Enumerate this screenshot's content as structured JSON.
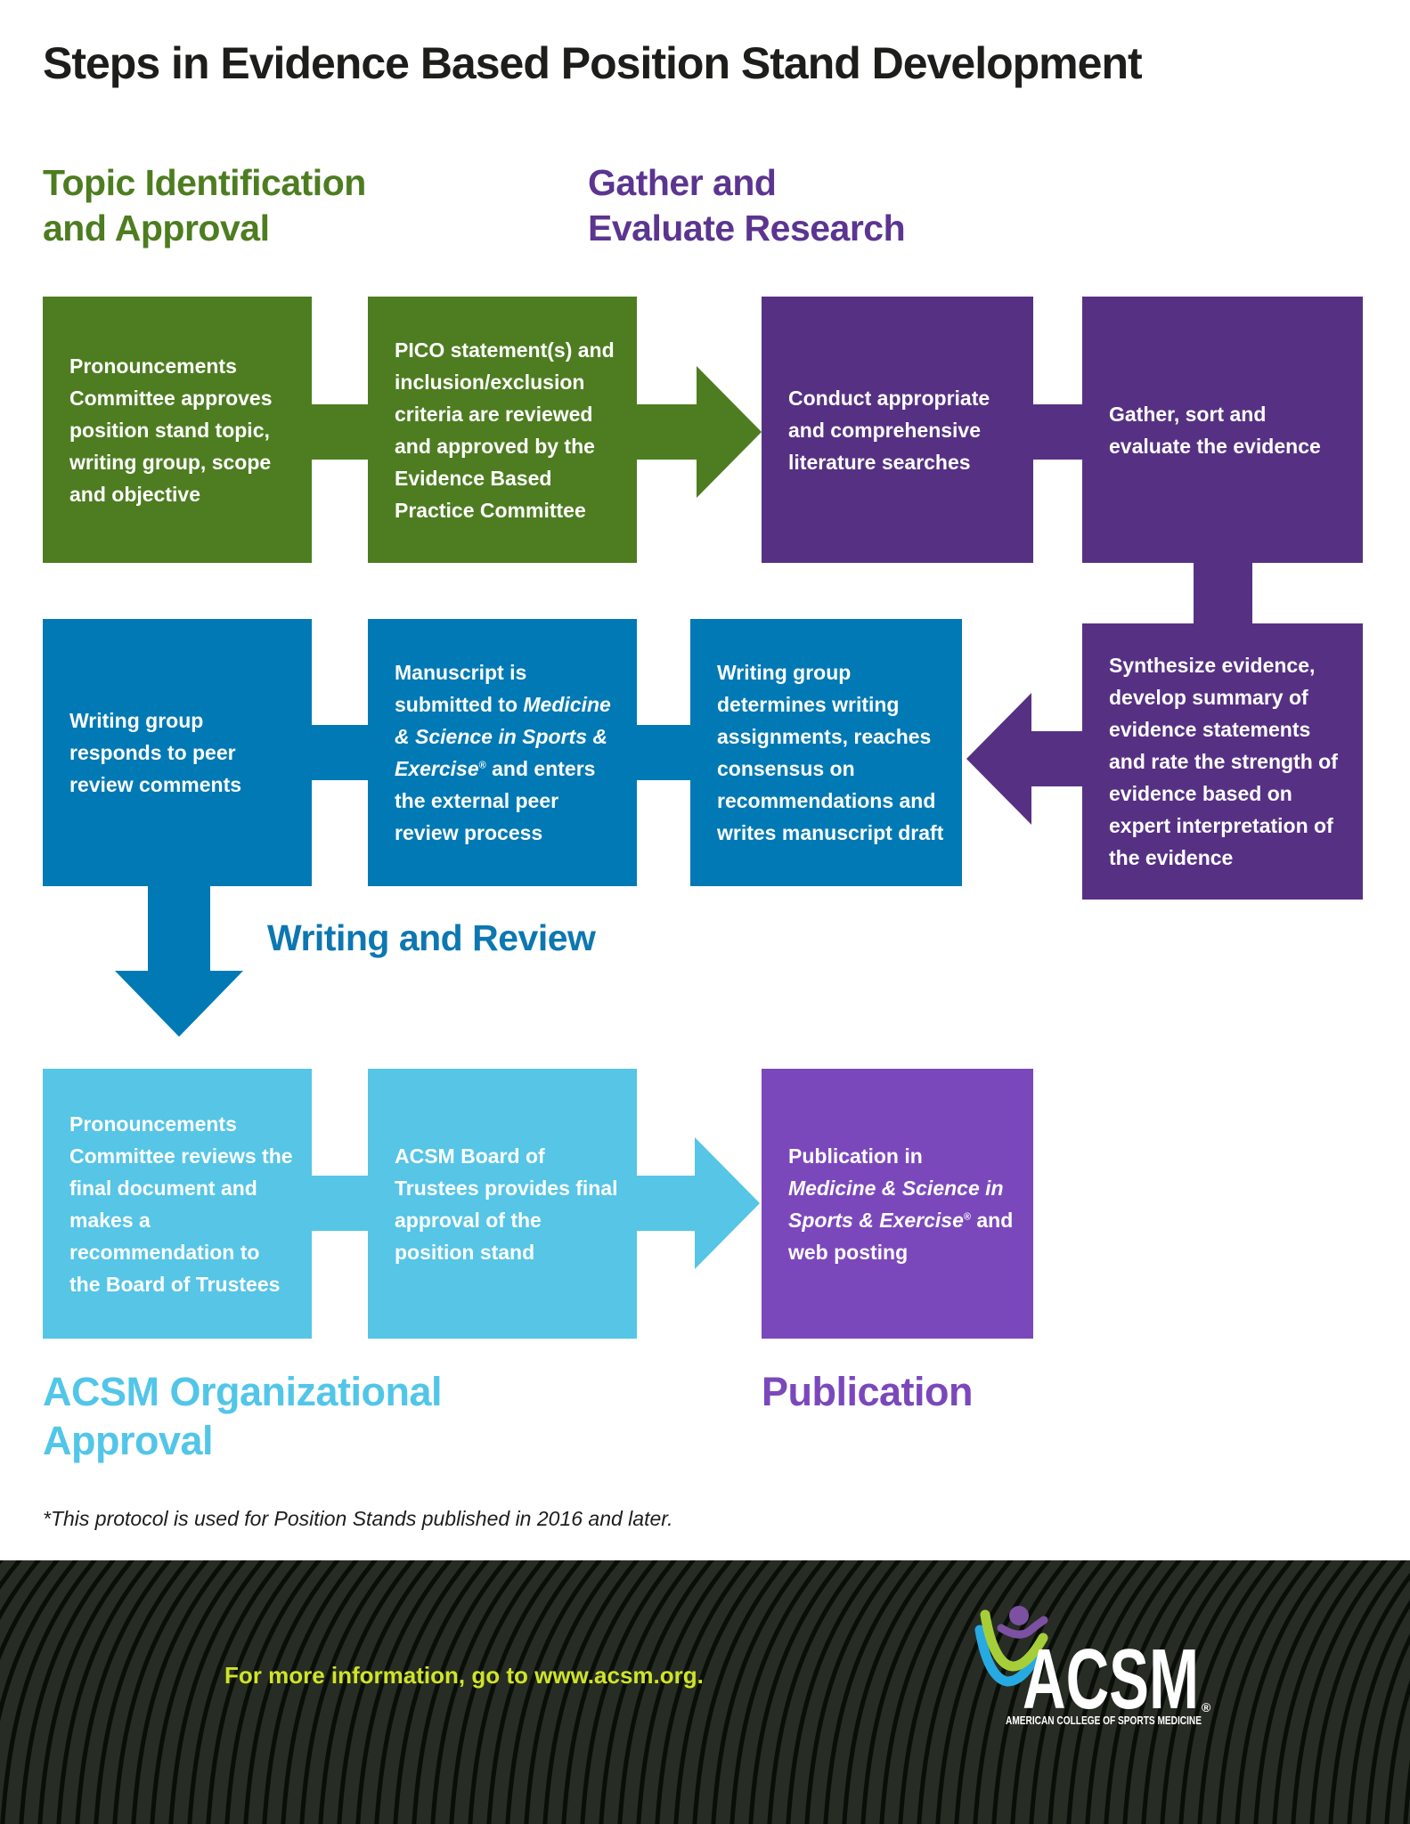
{
  "title": "Steps in Evidence Based Position Stand Development",
  "colors": {
    "green": "#4d7d20",
    "dark_purple": "#563183",
    "blue": "#0079b5",
    "light_blue": "#56c5e6",
    "light_purple": "#7b48bc",
    "footer_background": "#272d24",
    "footer_text": "#d0e428",
    "logo_green": "#a6ce39",
    "logo_blue": "#27aae1",
    "logo_purple": "#7c51a1"
  },
  "headings": {
    "topic": "Topic Identification\nand Approval",
    "gather": "Gather and\nEvaluate Research",
    "writing": "Writing and Review",
    "approval": "ACSM Organizational\nApproval",
    "publication": "Publication"
  },
  "flow": {
    "topic_row": {
      "box1": "Pronouncements Committee approves position stand topic, writing group, scope and objective",
      "box2": "PICO statement(s) and inclusion/exclusion criteria are reviewed and approved by the Evidence Based Practice Committee"
    },
    "gather_row": {
      "box1": "Conduct appropriate and comprehensive literature searches",
      "box2": "Gather, sort and evaluate the evidence",
      "box3": "Synthesize evidence, develop summary of evidence statements and rate the strength of evidence based on expert interpretation of the evidence"
    },
    "writing_row": {
      "box1": "Writing group determines writing assignments, reaches consensus on recommendations and writes manuscript draft",
      "box2": {
        "pre": "Manuscript is submitted to ",
        "journal": "Medicine & Science in Sports & Exercise",
        "reg": "®",
        "post": " and enters the external peer review process"
      },
      "box3": "Writing group responds to peer review comments"
    },
    "approval_row": {
      "box1": "Pronouncements Committee reviews the final document and makes a recommendation to the Board of Trustees",
      "box2": "ACSM Board of Trustees provides final approval of the position stand",
      "box3": {
        "pre": "Publication in ",
        "journal": "Medicine & Science in Sports & Exercise",
        "reg": "®",
        "post": " and web posting"
      }
    }
  },
  "footnote": "*This protocol is used for Position Stands published in 2016 and later.",
  "footer": {
    "info": "For more information, go to www.acsm.org.",
    "logo": {
      "acronym": "ACSM",
      "registered": "®",
      "tagline": "AMERICAN COLLEGE OF SPORTS MEDICINE"
    }
  }
}
